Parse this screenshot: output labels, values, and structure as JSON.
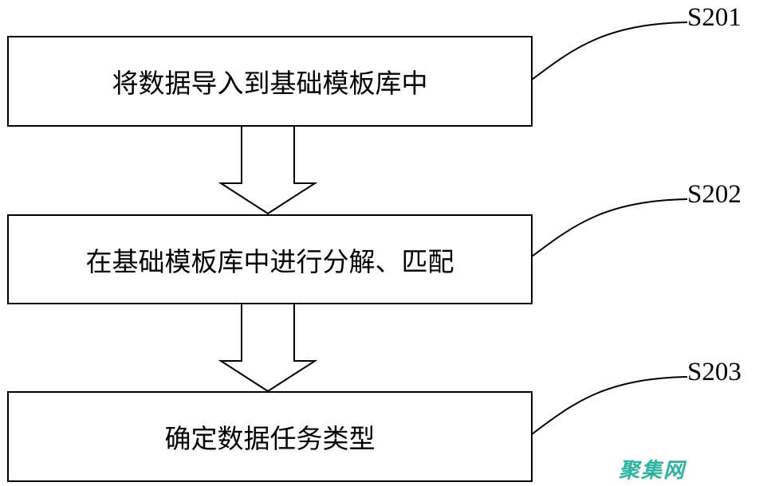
{
  "steps": [
    {
      "label": "S201",
      "text": "将数据导入到基础模板库中"
    },
    {
      "label": "S202",
      "text": "在基础模板库中进行分解、匹配"
    },
    {
      "label": "S203",
      "text": "确定数据任务类型"
    }
  ],
  "watermark": "聚集网"
}
